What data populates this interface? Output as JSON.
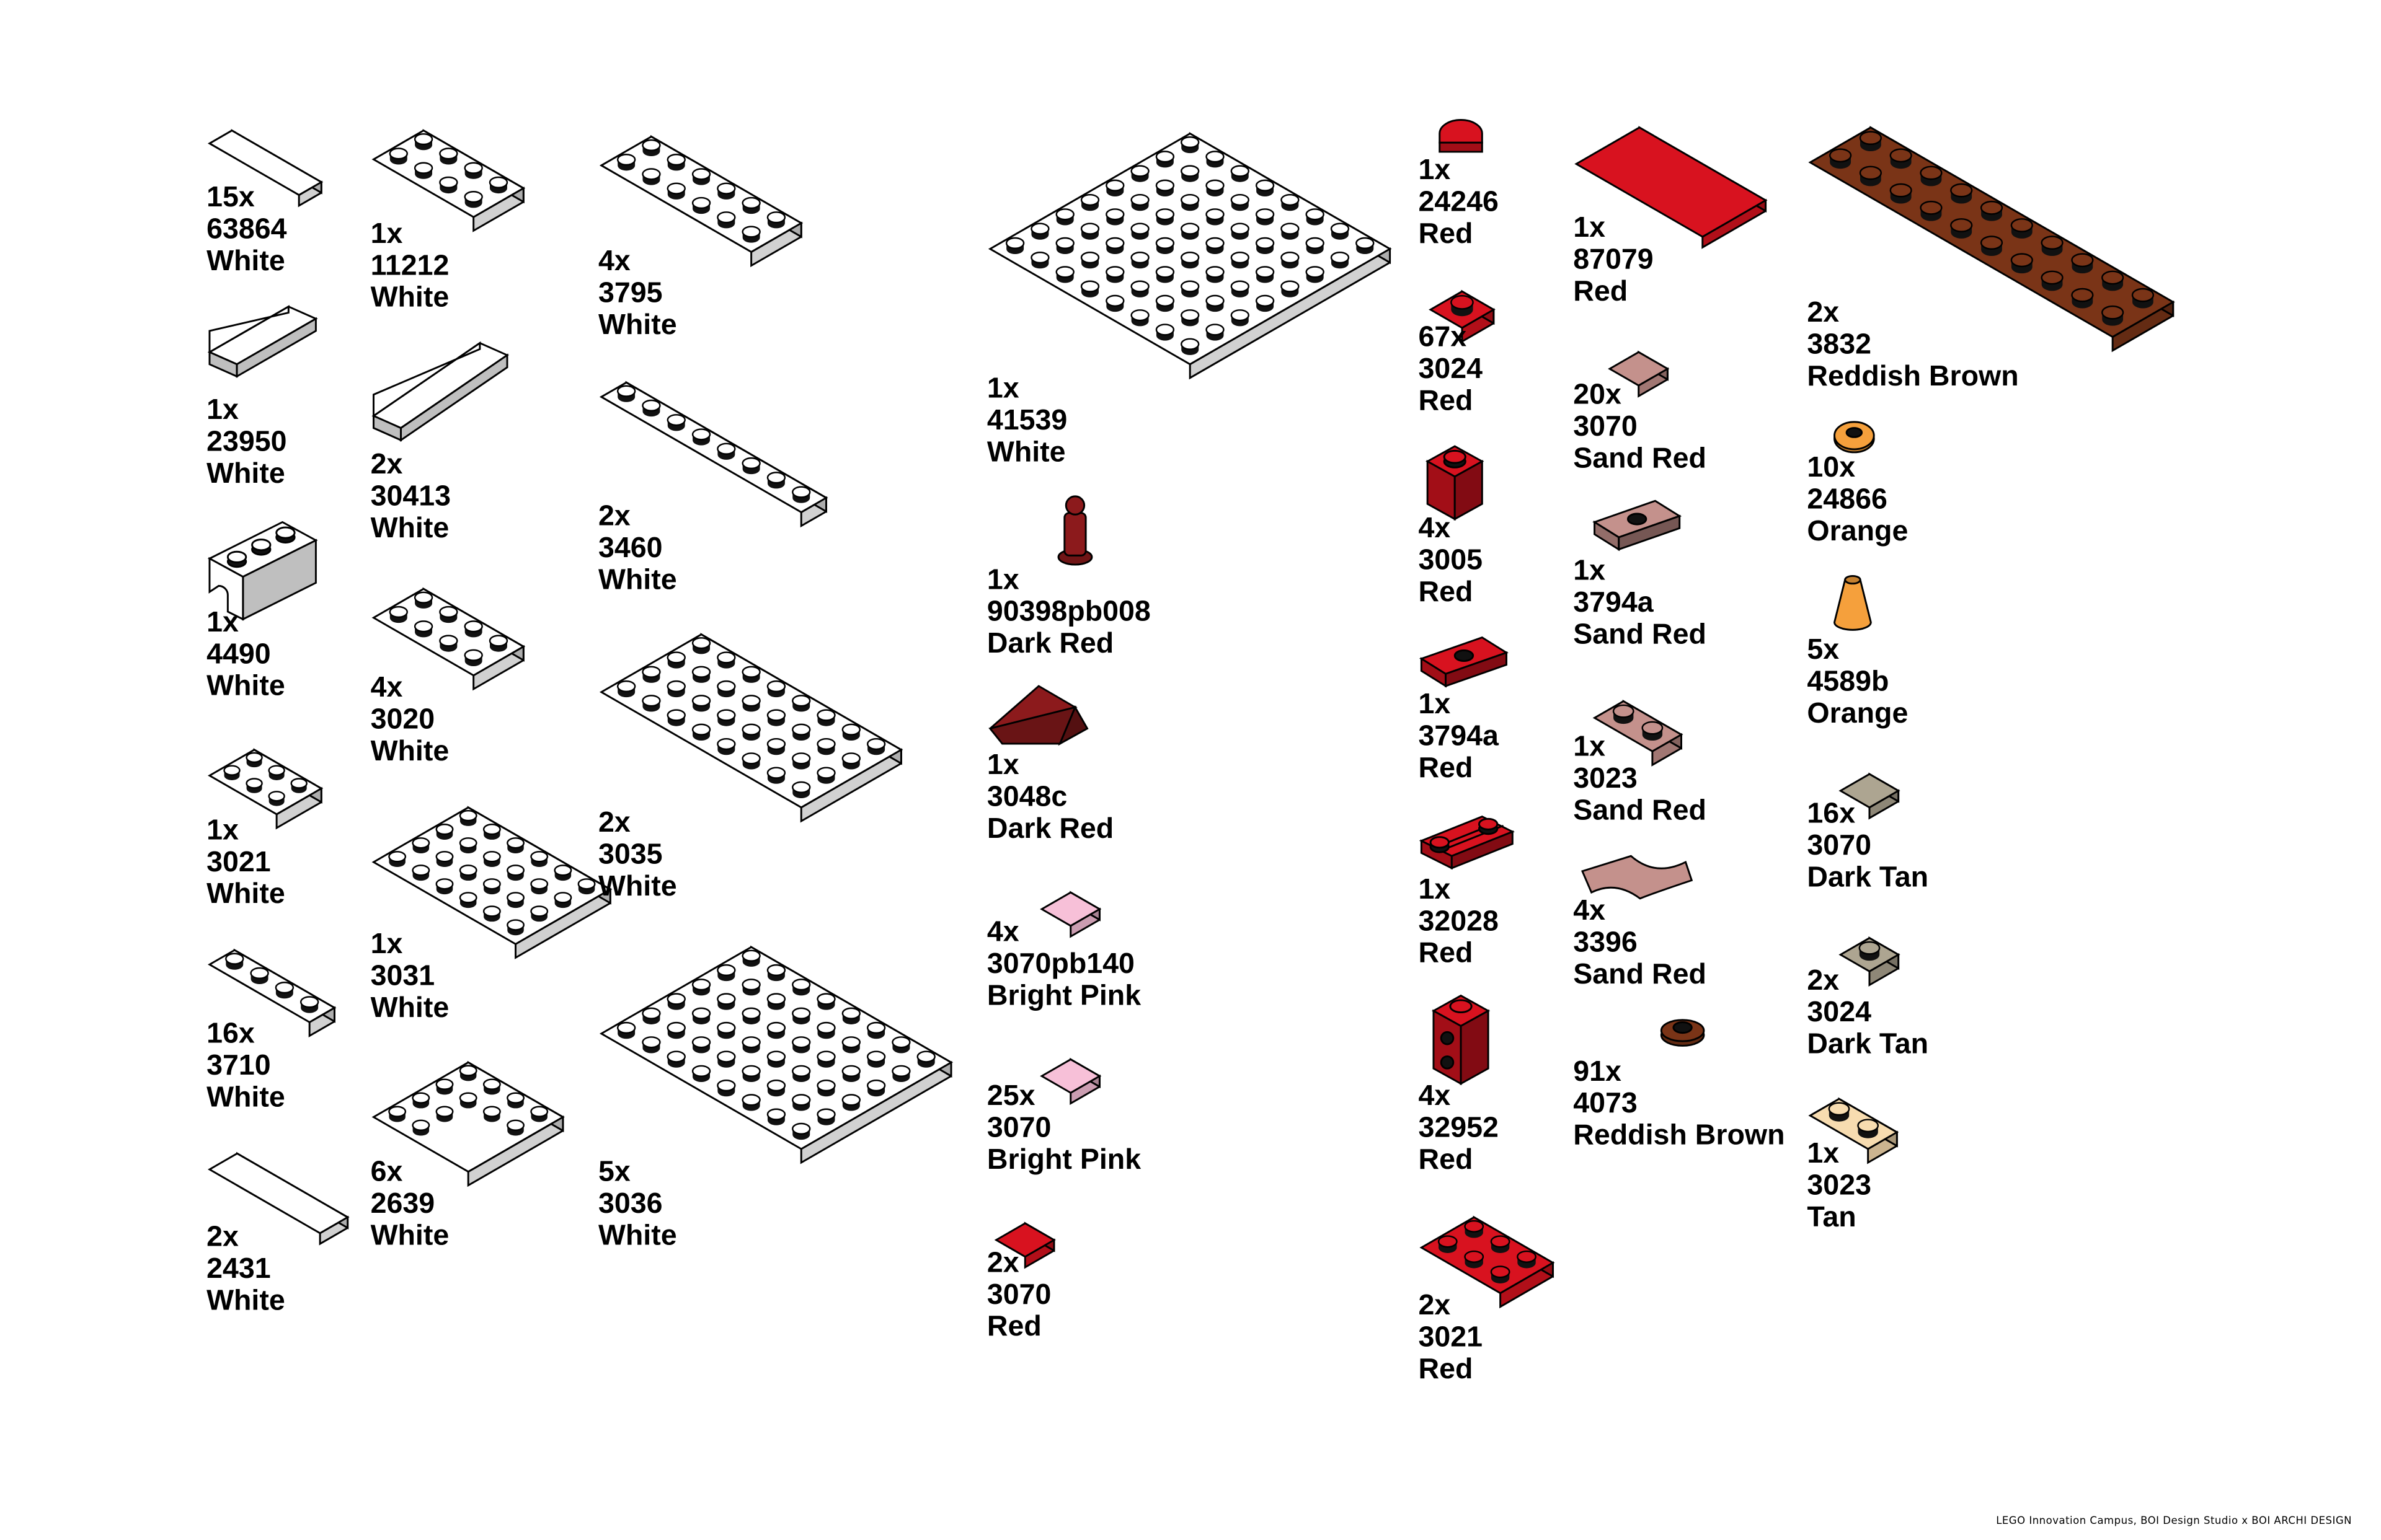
{
  "colors": {
    "White": "#ffffff",
    "Red": "#d8121f",
    "Dark Red": "#8c1a1c",
    "Bright Pink": "#f7c0d8",
    "Sand Red": "#c4918c",
    "Reddish Brown": "#7a3417",
    "Orange": "#f5a03c",
    "Dark Tan": "#ada591",
    "Tan": "#f7dcb0",
    "outline": "#000000"
  },
  "parts": [
    {
      "qty": "15x",
      "id": "63864",
      "color": "White",
      "shape": "tile"
    },
    {
      "qty": "1x",
      "id": "23950",
      "color": "White",
      "shape": "panel"
    },
    {
      "qty": "1x",
      "id": "4490",
      "color": "White",
      "shape": "arch"
    },
    {
      "qty": "1x",
      "id": "3021",
      "color": "White",
      "shape": "plate"
    },
    {
      "qty": "16x",
      "id": "3710",
      "color": "White",
      "shape": "plate"
    },
    {
      "qty": "2x",
      "id": "2431",
      "color": "White",
      "shape": "tile"
    },
    {
      "qty": "1x",
      "id": "11212",
      "color": "White",
      "shape": "plate"
    },
    {
      "qty": "2x",
      "id": "30413",
      "color": "White",
      "shape": "panel"
    },
    {
      "qty": "4x",
      "id": "3020",
      "color": "White",
      "shape": "plate"
    },
    {
      "qty": "1x",
      "id": "3031",
      "color": "White",
      "shape": "plate"
    },
    {
      "qty": "6x",
      "id": "2639",
      "color": "White",
      "shape": "corner-plate"
    },
    {
      "qty": "4x",
      "id": "3795",
      "color": "White",
      "shape": "plate"
    },
    {
      "qty": "2x",
      "id": "3460",
      "color": "White",
      "shape": "plate"
    },
    {
      "qty": "2x",
      "id": "3035",
      "color": "White",
      "shape": "plate"
    },
    {
      "qty": "5x",
      "id": "3036",
      "color": "White",
      "shape": "plate"
    },
    {
      "qty": "1x",
      "id": "41539",
      "color": "White",
      "shape": "plate"
    },
    {
      "qty": "1x",
      "id": "90398pb008",
      "color": "Dark Red",
      "shape": "minifig-trophy"
    },
    {
      "qty": "1x",
      "id": "3048c",
      "color": "Dark Red",
      "shape": "slope"
    },
    {
      "qty": "4x",
      "id": "3070pb140",
      "color": "Bright Pink",
      "shape": "tile"
    },
    {
      "qty": "25x",
      "id": "3070",
      "color": "Bright Pink",
      "shape": "tile"
    },
    {
      "qty": "2x",
      "id": "3070",
      "color": "Red",
      "shape": "tile"
    },
    {
      "qty": "1x",
      "id": "24246",
      "color": "Red",
      "shape": "round-tile"
    },
    {
      "qty": "67x",
      "id": "3024",
      "color": "Red",
      "shape": "plate"
    },
    {
      "qty": "4x",
      "id": "3005",
      "color": "Red",
      "shape": "brick"
    },
    {
      "qty": "1x",
      "id": "3794a",
      "color": "Red",
      "shape": "jumper"
    },
    {
      "qty": "1x",
      "id": "32028",
      "color": "Red",
      "shape": "door-rail"
    },
    {
      "qty": "4x",
      "id": "32952",
      "color": "Red",
      "shape": "modified-brick"
    },
    {
      "qty": "2x",
      "id": "3021",
      "color": "Red",
      "shape": "plate"
    },
    {
      "qty": "1x",
      "id": "87079",
      "color": "Red",
      "shape": "tile"
    },
    {
      "qty": "20x",
      "id": "3070",
      "color": "Sand Red",
      "shape": "tile"
    },
    {
      "qty": "1x",
      "id": "3794a",
      "color": "Sand Red",
      "shape": "jumper"
    },
    {
      "qty": "1x",
      "id": "3023",
      "color": "Sand Red",
      "shape": "plate"
    },
    {
      "qty": "4x",
      "id": "3396",
      "color": "Sand Red",
      "shape": "curved-tile"
    },
    {
      "qty": "91x",
      "id": "4073",
      "color": "Reddish Brown",
      "shape": "round-plate"
    },
    {
      "qty": "2x",
      "id": "3832",
      "color": "Reddish Brown",
      "shape": "plate"
    },
    {
      "qty": "10x",
      "id": "24866",
      "color": "Orange",
      "shape": "flower-plate"
    },
    {
      "qty": "5x",
      "id": "4589b",
      "color": "Orange",
      "shape": "cone"
    },
    {
      "qty": "16x",
      "id": "3070",
      "color": "Dark Tan",
      "shape": "tile"
    },
    {
      "qty": "2x",
      "id": "3024",
      "color": "Dark Tan",
      "shape": "plate"
    },
    {
      "qty": "1x",
      "id": "3023",
      "color": "Tan",
      "shape": "plate"
    }
  ],
  "footer": "LEGO Innovation Campus, BOI Design Studio x BOI ARCHI DESIGN"
}
